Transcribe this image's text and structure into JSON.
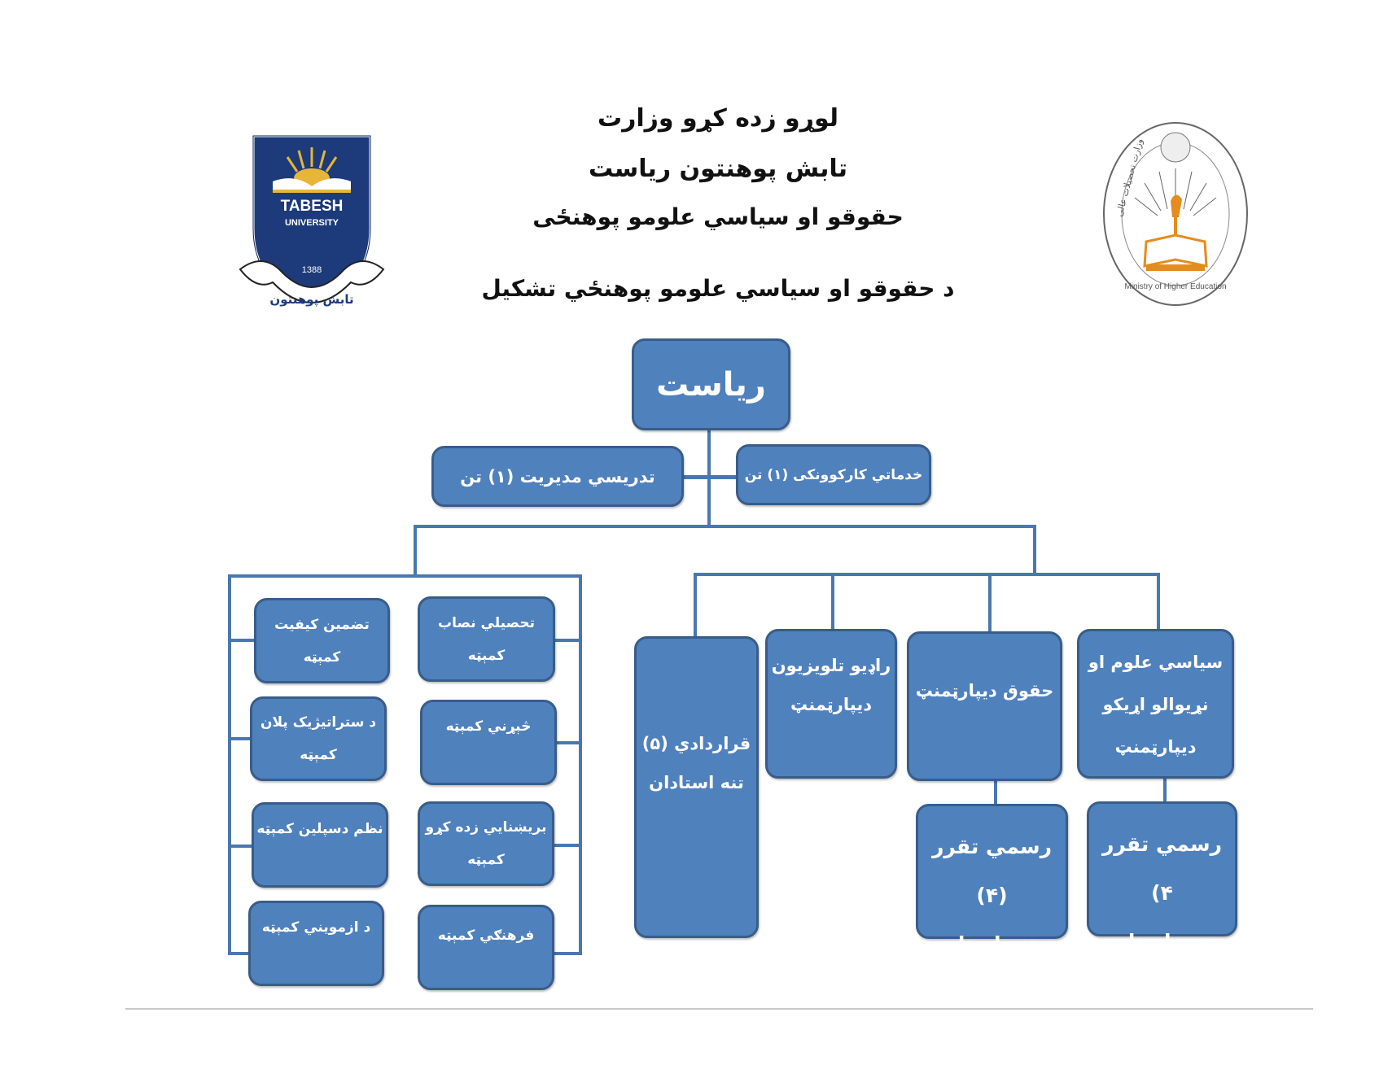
{
  "header": {
    "line1": "لوړو زده کړو وزارت",
    "line2": "تابش پوهنتون ریاست",
    "line3": "حقوقو او سیاسي علومو پوهنځی",
    "subtitle": "د حقوقو او سیاسي علومو پوهنځي تشکیل"
  },
  "logos": {
    "university": {
      "name": "TABESH",
      "sub": "UNIVERSITY",
      "year": "1388",
      "ribbon": "تابش پوهنتون"
    },
    "ministry": {
      "english": "Ministry of Higher Education",
      "pashto": "وزارت تحصیلات عالی"
    }
  },
  "colors": {
    "box_fill": "#4f81bd",
    "box_border": "#385d8a",
    "line": "#4a77b0"
  },
  "org": {
    "root": "ریاست",
    "admin_left": "تدریسي مدیریت (۱) تن",
    "admin_right": "خدماتي کارکوونکی (۱) تن",
    "committees_right": [
      {
        "l1": "تحصیلي نصاب",
        "l2": "کمېټه"
      },
      {
        "l1": "څېړني کمېټه"
      },
      {
        "l1": "بریښنايي زده کړو",
        "l2": "کمېټه"
      },
      {
        "l1": "فرهنګي کمېټه"
      }
    ],
    "committees_left": [
      {
        "l1": "تضمین کیفیت",
        "l2": "کمېټه"
      },
      {
        "l1": "د ستراتیژیک پلان",
        "l2": "کمېټه"
      },
      {
        "l1": "نظم دسپلین کمېټه"
      },
      {
        "l1": "د ازمویني کمېټه"
      }
    ],
    "contract": {
      "l1": "قراردادي (۵)",
      "l2": "تنه استادان"
    },
    "radio": {
      "l1": "راډیو تلویزیون",
      "l2": "دیپارټمنټ"
    },
    "law": {
      "l1": "حقوق دیپارټمنټ"
    },
    "politics": {
      "l1": "سیاسي علوم او",
      "l2": "نړیوالو اړیکو",
      "l3": "دیپارټمنټ"
    },
    "law_staff": {
      "l1": "رسمي تقرر (۴)",
      "l2": "تنه استاد"
    },
    "politics_staff": {
      "l1": "رسمي تقرر ۴)",
      "l2": "تنه استاد"
    }
  }
}
